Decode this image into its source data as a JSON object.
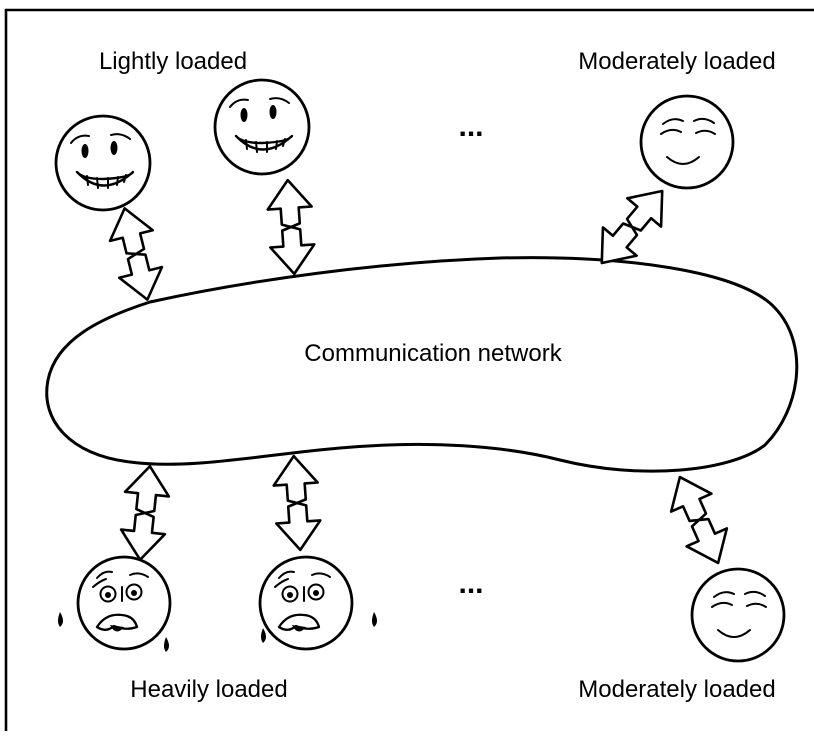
{
  "labels": {
    "top_left": "Lightly loaded",
    "top_right": "Moderately loaded",
    "bottom_left": "Heavily loaded",
    "bottom_right": "Moderately loaded",
    "network": "Communication network",
    "ellipsis_top": "...",
    "ellipsis_bottom": "..."
  },
  "nodes": [
    {
      "label": "Lightly loaded",
      "face": "happy"
    },
    {
      "label": "Lightly loaded",
      "face": "happy"
    },
    {
      "label": "Moderately loaded",
      "face": "content"
    },
    {
      "label": "Heavily loaded",
      "face": "distressed"
    },
    {
      "label": "Heavily loaded",
      "face": "distressed"
    },
    {
      "label": "Moderately loaded",
      "face": "content"
    }
  ],
  "colors": {
    "ink": "#000000",
    "paper": "#ffffff"
  }
}
